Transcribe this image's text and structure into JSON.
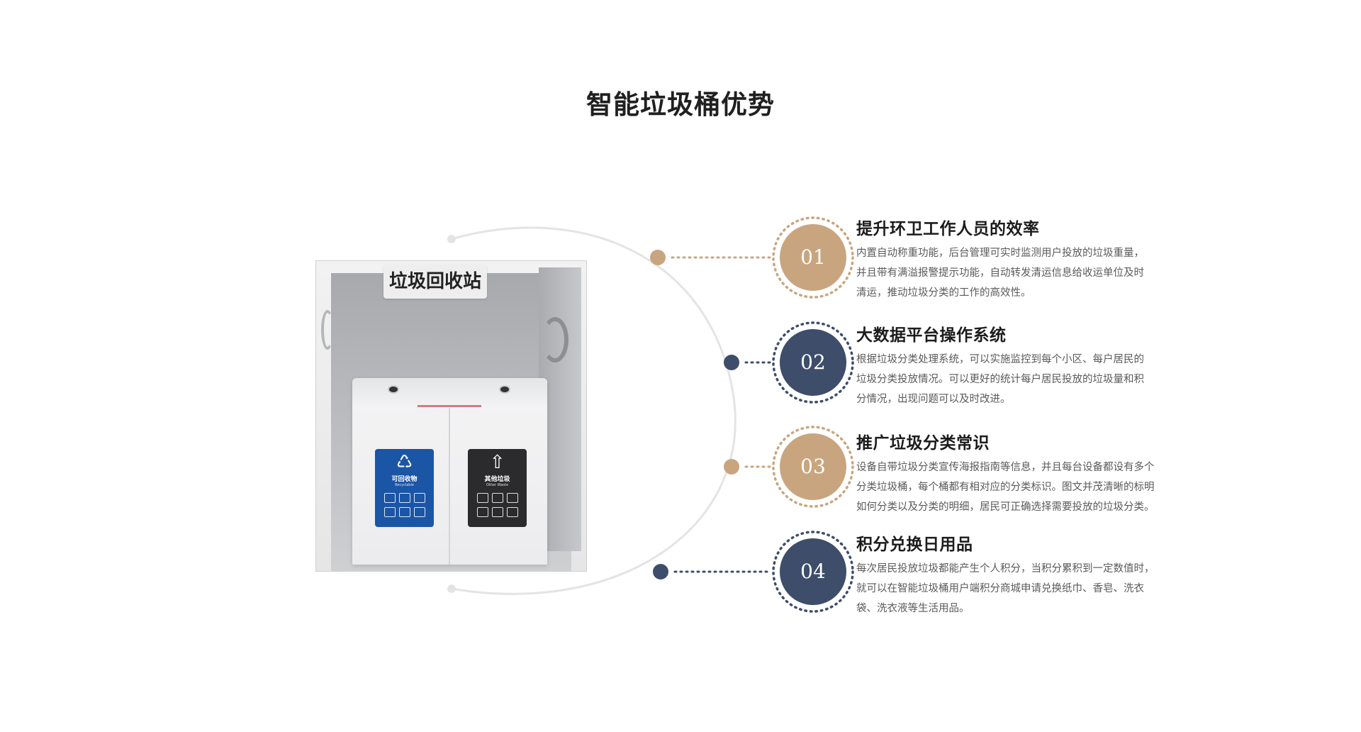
{
  "colors": {
    "accent_tan": "#c9a57f",
    "accent_navy": "#3d4d6a",
    "arc_gray": "#e4e4e4",
    "recyclable_blue": "#1b55a6",
    "other_waste_dark": "#2b2b2d"
  },
  "page": {
    "title": "智能垃圾桶优势"
  },
  "kiosk": {
    "sign": "垃圾回收站",
    "recyclable_label": "可回收物",
    "recyclable_en": "Recyclable",
    "other_label": "其他垃圾",
    "other_en": "Other Waste",
    "recycle_icon": "recycle-icon"
  },
  "features": [
    {
      "number": "01",
      "color": "tan",
      "title": "提升环卫工作人员的效率",
      "desc": [
        "内置自动称重功能，后台管理可实时监测用户投放的垃圾重量，",
        "并且带有满溢报警提示功能，自动转发清运信息给收运单位及时",
        "清运，推动垃圾分类的工作的高效性。"
      ]
    },
    {
      "number": "02",
      "color": "navy",
      "title": "大数据平台操作系统",
      "desc": [
        "根据垃圾分类处理系统，可以实施监控到每个小区、每户居民的",
        "垃圾分类投放情况。可以更好的统计每户居民投放的垃圾量和积",
        "分情况，出现问题可以及时改进。"
      ]
    },
    {
      "number": "03",
      "color": "tan",
      "title": "推广垃圾分类常识",
      "desc": [
        "设备自带垃圾分类宣传海报指南等信息，并且每台设备都设有多个",
        "分类垃圾桶，每个桶都有相对应的分类标识。图文并茂清晰的标明",
        "如何分类以及分类的明细，居民可正确选择需要投放的垃圾分类。"
      ]
    },
    {
      "number": "04",
      "color": "navy",
      "title": "积分兑换日用品",
      "desc": [
        "每次居民投放垃圾都能产生个人积分，当积分累积到一定数值时，",
        "就可以在智能垃圾桶用户端积分商城申请兑换纸巾、香皂、洗衣",
        "袋、洗衣液等生活用品。"
      ]
    }
  ]
}
